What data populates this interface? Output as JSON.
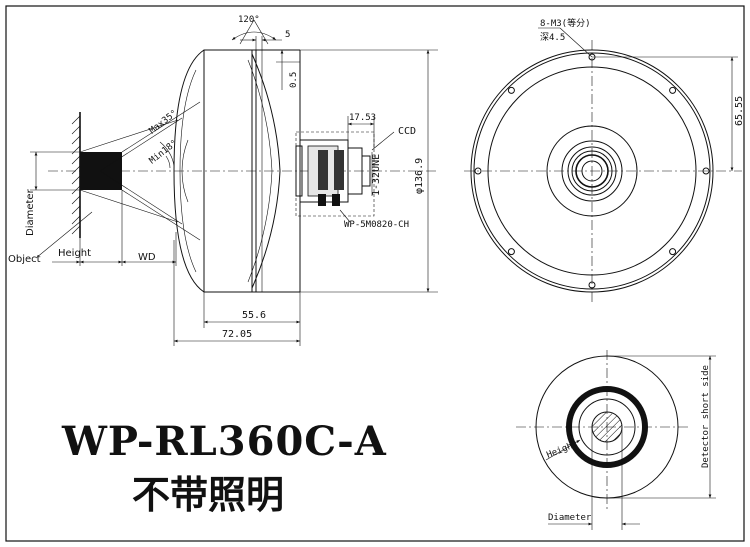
{
  "model": {
    "name": "WP-RL360C-A",
    "subtitle": "不带照明"
  },
  "side_view": {
    "angle_top": "120°",
    "dim_5": "5",
    "dim_0_5": "0.5",
    "dim_17_53": "17.53",
    "ccd_label": "CCD",
    "thread": "1-32UNE",
    "diameter": "φ136.9",
    "lens_label": "WP-5M0820-CH",
    "max_angle": "Max35°",
    "min_angle": "Min18°",
    "dim_55_6": "55.6",
    "dim_72_05": "72.05",
    "diameter_label": "Diameter",
    "object_label": "Object",
    "height_label": "Height",
    "wd_label": "WD"
  },
  "front_view": {
    "holes_line1": "8-M3(等分)",
    "holes_line2": "深4.5",
    "dim_65_55": "65.55"
  },
  "detector_view": {
    "height_label": "Height",
    "diameter_label": "Diameter",
    "short_side_label": "Detector short side"
  }
}
